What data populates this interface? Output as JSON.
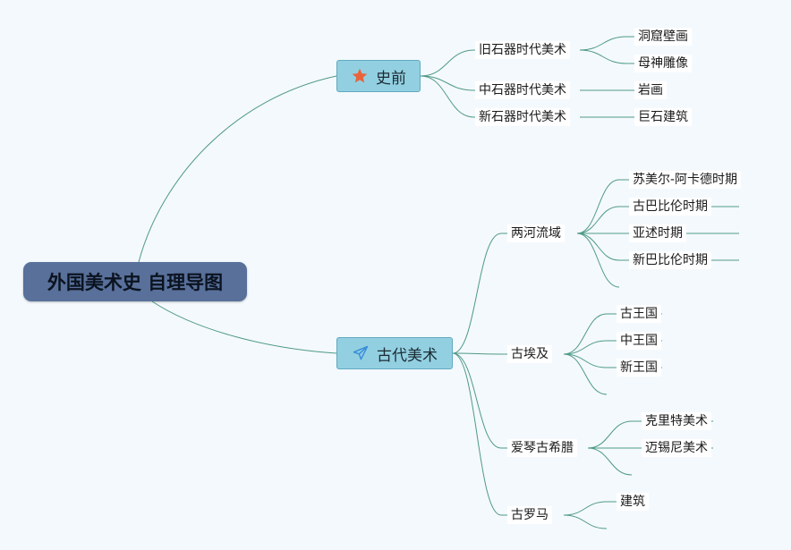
{
  "colors": {
    "link": "#4f9a86",
    "root_bg": "#58709a",
    "branch_bg": "#92d0e1",
    "star": "#e8643c",
    "plane": "#3b8fd9"
  },
  "root": {
    "label": "外国美术史 自理导图"
  },
  "branches": [
    {
      "label": "史前",
      "icon": "star-icon",
      "children": [
        {
          "label": "旧石器时代美术",
          "children": [
            "洞窟壁画",
            "母神雕像"
          ]
        },
        {
          "label": "中石器时代美术",
          "children": [
            "岩画"
          ]
        },
        {
          "label": "新石器时代美术",
          "children": [
            "巨石建筑"
          ]
        }
      ]
    },
    {
      "label": "古代美术",
      "icon": "paper-plane-icon",
      "children": [
        {
          "label": "两河流域",
          "children": [
            "苏美尔-阿卡德时期",
            "古巴比伦时期",
            "亚述时期",
            "新巴比伦时期"
          ]
        },
        {
          "label": "古埃及",
          "children": [
            "古王国",
            "中王国",
            "新王国"
          ]
        },
        {
          "label": "爱琴古希腊",
          "children": [
            "克里特美术",
            "迈锡尼美术"
          ]
        },
        {
          "label": "古罗马",
          "children": [
            "建筑"
          ]
        }
      ]
    }
  ]
}
